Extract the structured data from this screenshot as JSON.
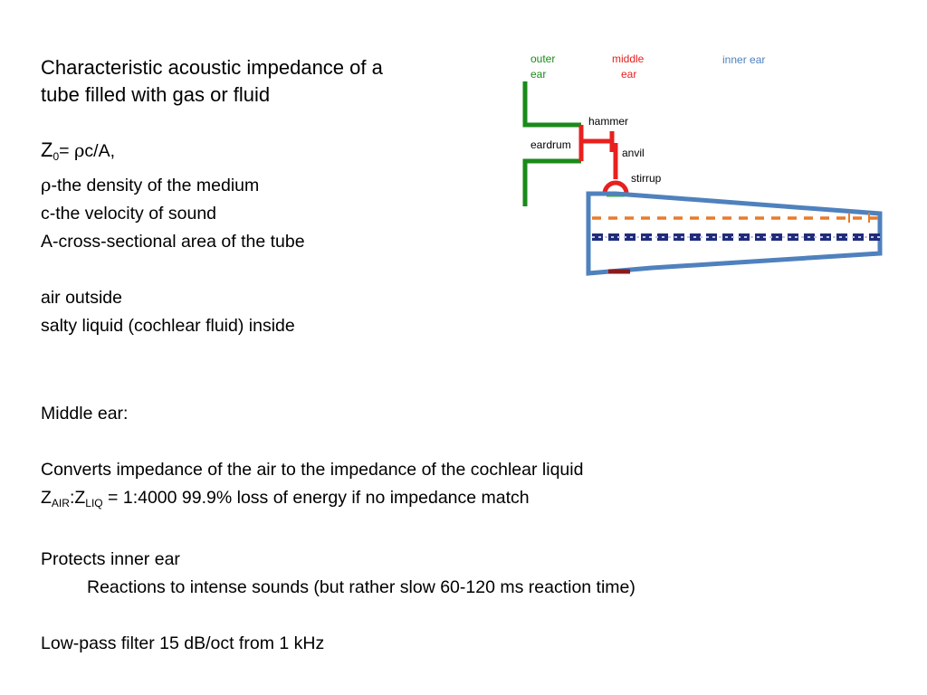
{
  "title": {
    "line1": "Characteristic acoustic impedance of a",
    "line2": "tube filled with gas or fluid"
  },
  "formula": {
    "z": "Z",
    "z_sub": "0",
    "equals": "= ",
    "rho": "ρ",
    "rest": "c/A,"
  },
  "definitions": {
    "rho_symbol": "ρ",
    "rho_text": "-the density of the medium",
    "c_text": "c-the velocity of sound",
    "a_text": "A-cross-sectional area of the tube"
  },
  "media": {
    "outside": "air outside",
    "inside": "salty liquid (cochlear fluid) inside"
  },
  "middle_ear": {
    "heading": "Middle ear:",
    "converts": "Converts impedance of the air to the impedance of the cochlear liquid",
    "ratio_z1": "Z",
    "ratio_sub1": "AIR",
    "ratio_colon": ":Z",
    "ratio_sub2": "LIQ",
    "ratio_rest": " = 1:4000   99.9% loss of energy if no impedance match",
    "protects": "Protects inner ear",
    "reactions": "Reactions to intense sounds (but rather slow 60-120 ms reaction time)",
    "lowpass": "Low-pass filter  15 dB/oct from  1 kHz"
  },
  "diagram": {
    "outer_ear_1": "outer",
    "outer_ear_2": "ear",
    "middle_ear_1": "middle",
    "middle_ear_2": "ear",
    "inner_ear": "inner ear",
    "hammer": "hammer",
    "eardrum": "eardrum",
    "anvil": "anvil",
    "stirrup": "stirrup"
  },
  "colors": {
    "outer": "#1a8a1a",
    "middle": "#e8201e",
    "inner": "#4f81bd",
    "dashed_orange": "#e87b2a",
    "dashed_navy": "#1f2c7a",
    "round_window": "#8b1a1a",
    "stirrup_base": "#2db82d"
  }
}
